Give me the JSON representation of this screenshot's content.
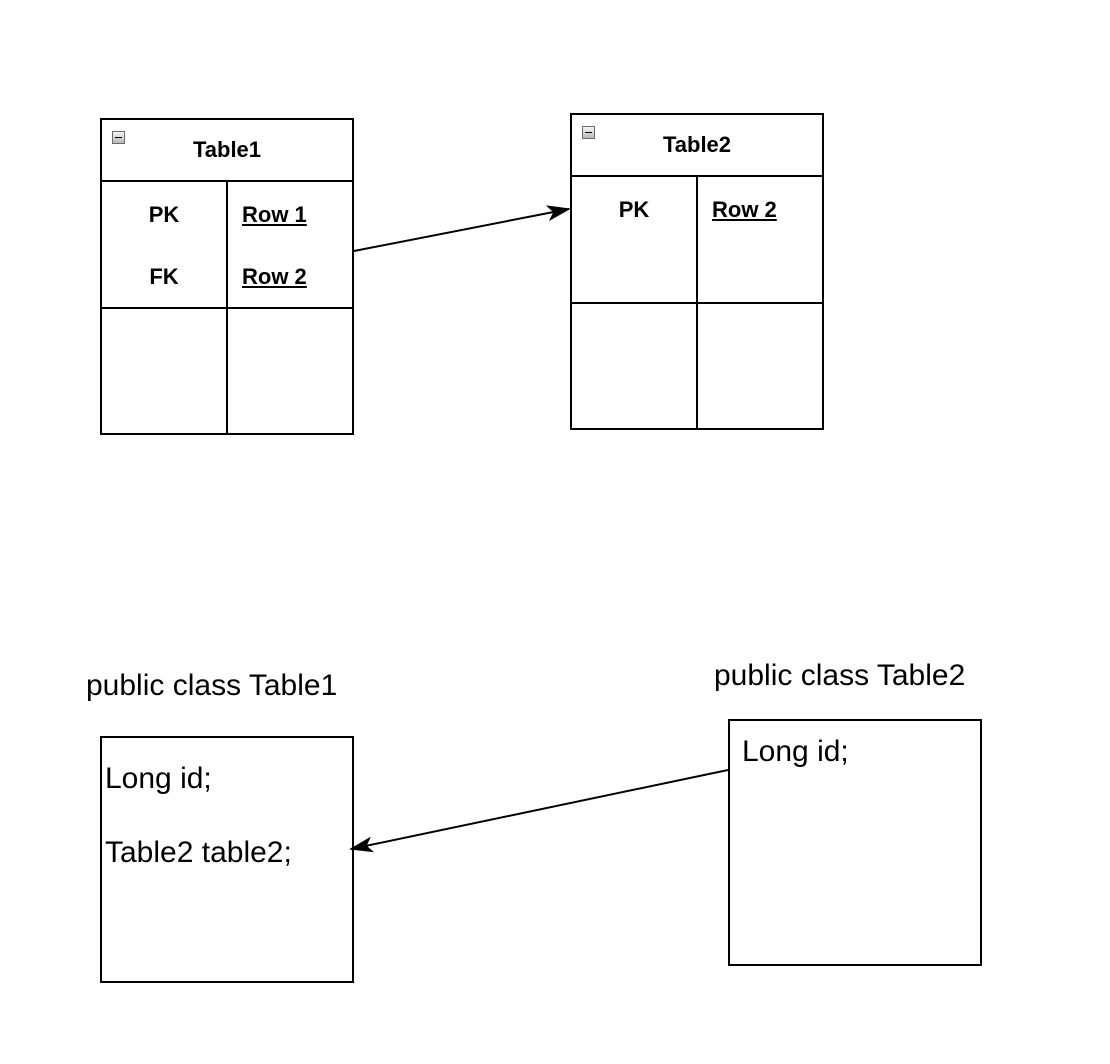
{
  "er_tables": {
    "table1": {
      "title": "Table1",
      "rows": [
        {
          "key": "PK",
          "name": "Row 1"
        },
        {
          "key": "FK",
          "name": "Row 2"
        }
      ]
    },
    "table2": {
      "title": "Table2",
      "rows": [
        {
          "key": "PK",
          "name": "Row 2"
        }
      ]
    }
  },
  "classes": {
    "table1": {
      "label": "public class Table1",
      "fields": [
        "Long id;",
        "Table2 table2;"
      ]
    },
    "table2": {
      "label": "public class Table2",
      "fields": [
        "Long id;"
      ]
    }
  },
  "icons": {
    "collapse": "collapse-minus-icon",
    "arrow": "arrowhead-icon"
  },
  "colors": {
    "line": "#000000",
    "background": "#ffffff"
  }
}
